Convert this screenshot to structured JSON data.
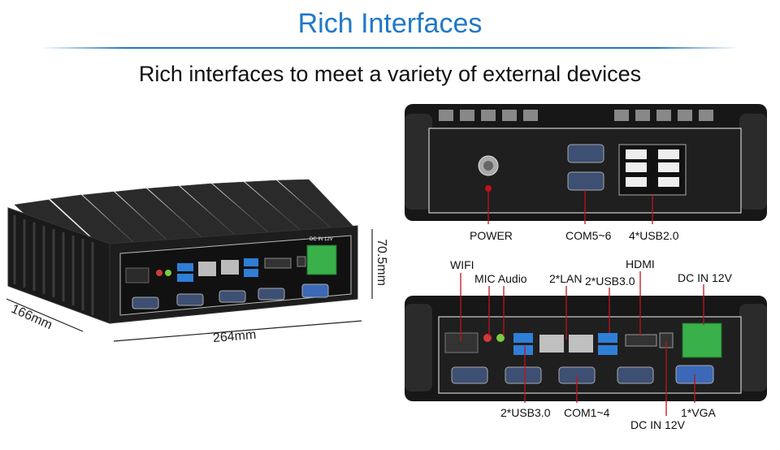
{
  "header": {
    "title": "Rich Interfaces",
    "subtitle": "Rich interfaces to meet a variety of external devices"
  },
  "product_view": {
    "width_label": "264mm",
    "depth_label": "166mm",
    "height_label": "70.5mm",
    "dc_panel_label": "DC IN 12V"
  },
  "rear_panel": {
    "labels": {
      "power": "POWER",
      "com": "COM5~6",
      "usb": "4*USB2.0"
    }
  },
  "front_panel": {
    "top_labels": {
      "wifi": "WIFI",
      "mic_audio": "MIC Audio",
      "lan": "2*LAN",
      "usb30": "2*USB3.0",
      "hdmi": "HDMI",
      "dc_in": "DC IN 12V"
    },
    "bottom_labels": {
      "usb30": "2*USB3.0",
      "com": "COM1~4",
      "dc_in": "DC IN 12V",
      "vga": "1*VGA"
    }
  },
  "colors": {
    "title": "#1f78c8",
    "leader": "#c0121b",
    "chassis": "#1b1b1b",
    "usb3": "#2f7fd6",
    "terminal": "#3ab04a"
  }
}
